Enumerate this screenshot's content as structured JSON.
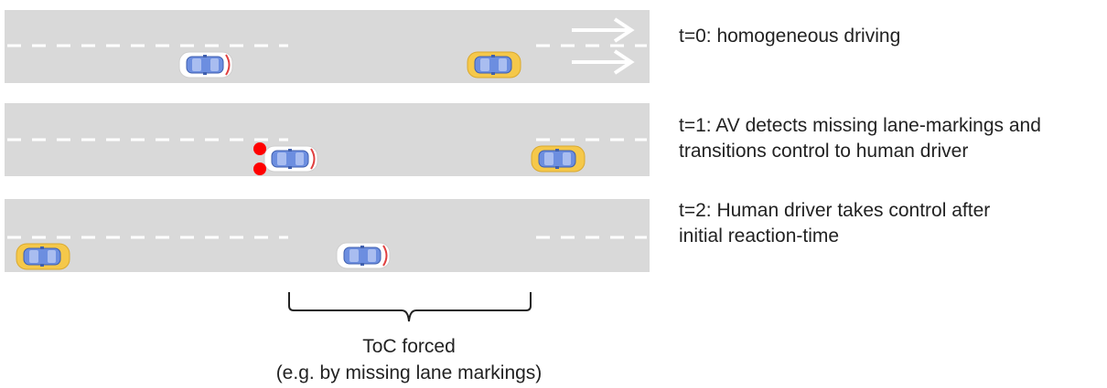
{
  "diagram": {
    "steps": [
      {
        "label": "t=0: homogeneous driving"
      },
      {
        "label": "t=1: AV detects missing lane-markings and\ntransitions control to human driver"
      },
      {
        "label": "t=2: Human driver takes control after\ninitial reaction-time"
      }
    ],
    "annotation": {
      "line1": "ToC forced",
      "line2": "(e.g. by missing lane markings)"
    }
  },
  "colors": {
    "road": "#d9d9d9",
    "lane_marking": "#ffffff",
    "automated_vehicle": "#5b7fd6",
    "human_vehicle": "#f2c94c",
    "warning": "#ff0000"
  },
  "icons": [
    "direction-arrow-icon",
    "automated-car-icon",
    "human-car-icon",
    "warning-light-icon"
  ]
}
